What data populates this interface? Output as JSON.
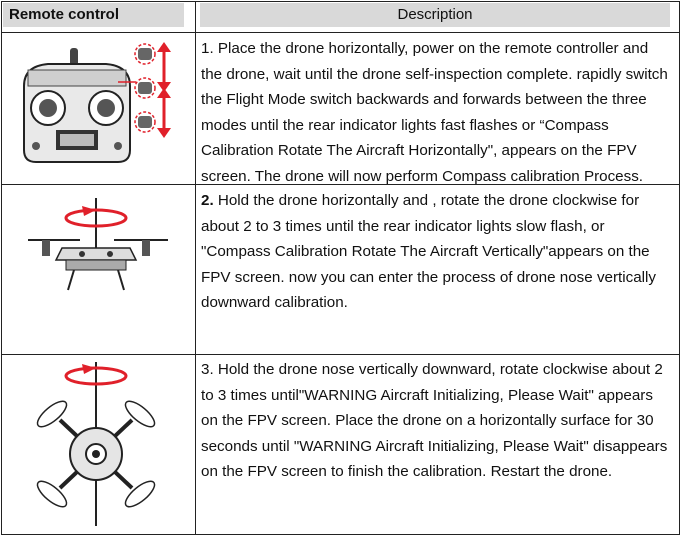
{
  "header": {
    "col1": "Remote control",
    "col2": "Description"
  },
  "rows": [
    {
      "text": "1. Place the drone horizontally, power on the remote controller and the drone, wait until the drone self-inspection complete. rapidly switch the Flight Mode switch backwards and forwards between the three modes until the rear indicator lights fast flashes or “Compass Calibration Rotate The Aircraft Horizontally\", appears on the FPV screen. The drone will now perform Compass calibration Process."
    },
    {
      "step": "2.",
      "text": " Hold the drone horizontally and , rotate the drone clockwise for about 2 to 3 times until the rear indicator lights slow flash, or \"Compass Calibration Rotate The Aircraft Vertically\"appears on the FPV screen. now you can enter the process of drone nose vertically downward calibration."
    },
    {
      "text": "3. Hold the drone nose vertically downward, rotate clockwise about 2 to 3 times until\"WARNING Aircraft Initializing, Please Wait\" appears on the FPV screen. Place the drone on a horizontally surface for 30 seconds until \"WARNING Aircraft Initializing, Please Wait\" disappears on the FPV screen to finish the calibration. Restart the drone."
    }
  ],
  "colors": {
    "header_bg": "#d9d9d9",
    "arrow_red": "#e0202a",
    "line": "#222222"
  },
  "icons": [
    "remote-controller-icon",
    "drone-horizontal-icon",
    "drone-vertical-icon"
  ]
}
